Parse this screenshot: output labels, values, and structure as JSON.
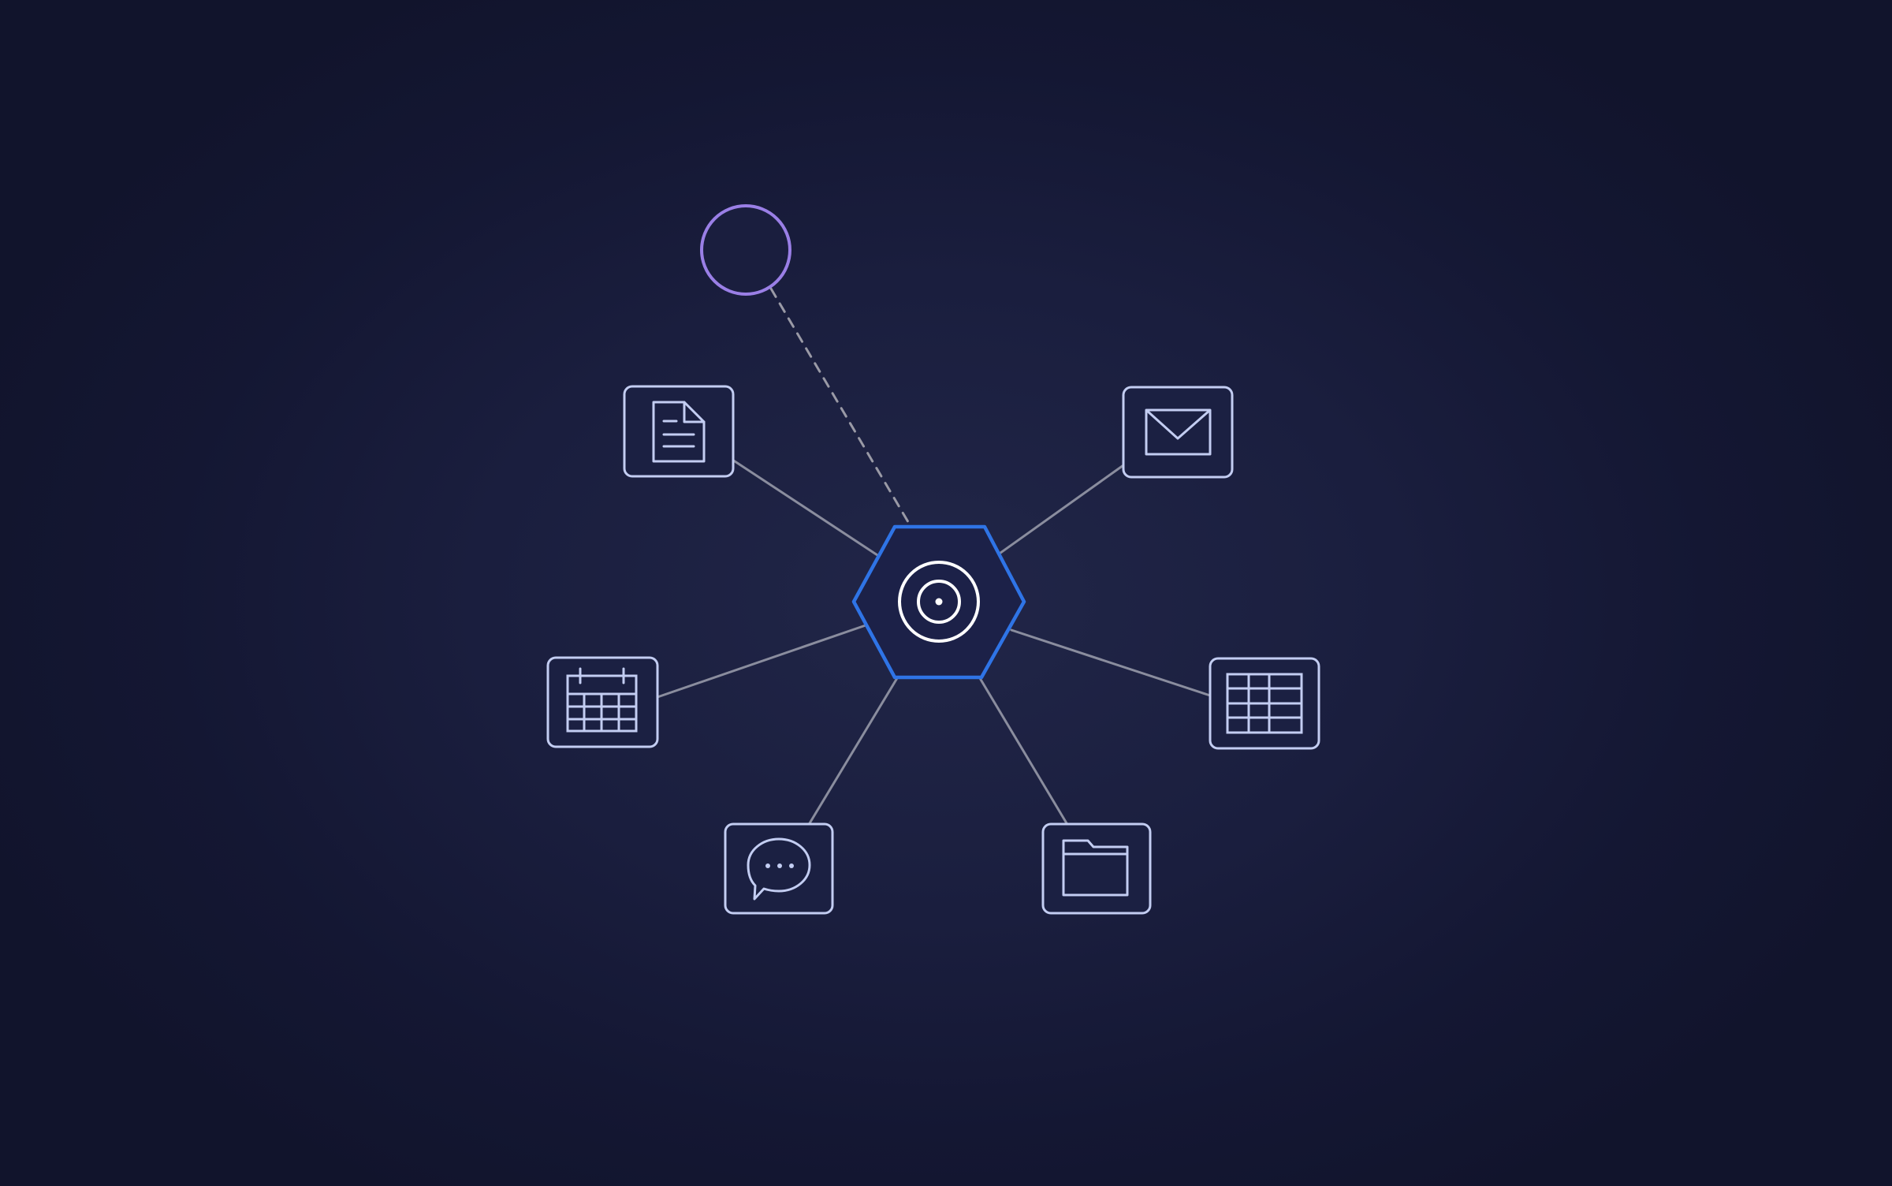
{
  "diagram": {
    "colors": {
      "background": "#1a1e3e",
      "node_stroke": "#c3cdf2",
      "node_fill": "#1b2042",
      "hub_stroke": "#2f74e6",
      "hub_icon": "#ffffff",
      "user_circle": "#9a7fe6",
      "edge": "#8a8d9e",
      "dashed_edge": "#9a9aa6"
    },
    "hub": {
      "icon": "target-icon"
    },
    "user": {
      "icon": "user-circle",
      "connection": "dashed"
    },
    "nodes": [
      {
        "id": "document",
        "icon": "document-icon"
      },
      {
        "id": "mail",
        "icon": "mail-icon"
      },
      {
        "id": "calendar",
        "icon": "calendar-icon"
      },
      {
        "id": "spreadsheet",
        "icon": "table-icon"
      },
      {
        "id": "chat",
        "icon": "chat-icon"
      },
      {
        "id": "folder",
        "icon": "folder-icon"
      }
    ]
  }
}
